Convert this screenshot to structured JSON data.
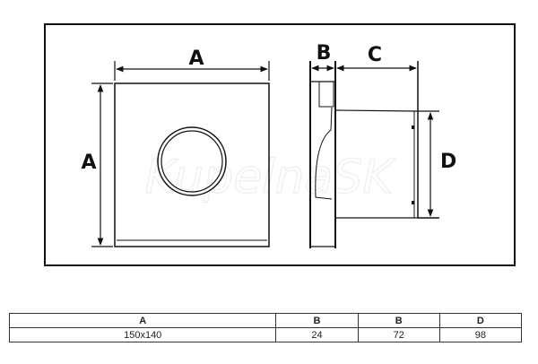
{
  "diagram": {
    "labels": {
      "a_top": "A",
      "a_left": "A",
      "b": "B",
      "c": "C",
      "d": "D"
    },
    "watermark": "KupelnaSK"
  },
  "table": {
    "headers": [
      "A",
      "B",
      "B",
      "D"
    ],
    "values": [
      "150x140",
      "24",
      "72",
      "98"
    ]
  }
}
